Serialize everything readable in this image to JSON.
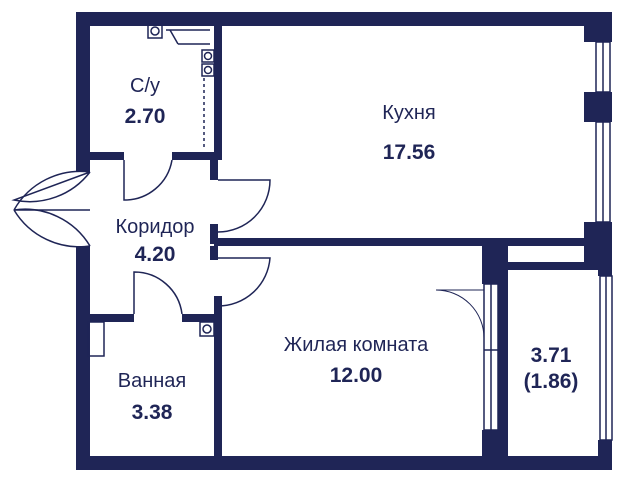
{
  "rooms": {
    "bathroom_small": {
      "name": "С/у",
      "area": "2.70"
    },
    "kitchen": {
      "name": "Кухня",
      "area": "17.56"
    },
    "corridor": {
      "name": "Коридор",
      "area": "4.20"
    },
    "living": {
      "name": "Жилая комната",
      "area": "12.00"
    },
    "bathroom": {
      "name": "Ванная",
      "area": "3.38"
    },
    "balcony": {
      "area": "3.71",
      "area_reduced": "(1.86)"
    }
  },
  "colors": {
    "wall": "#1f2556",
    "background": "#ffffff"
  }
}
